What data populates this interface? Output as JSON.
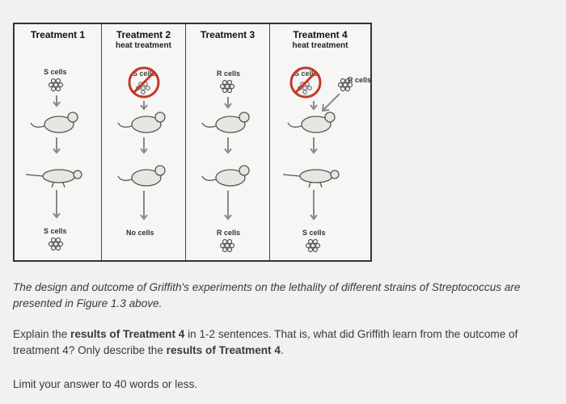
{
  "figure": {
    "treatments": [
      {
        "title": "Treatment 1",
        "subtitle": "",
        "top_label": "S cells",
        "bottom_label": "S cells"
      },
      {
        "title": "Treatment 2",
        "subtitle": "heat treatment",
        "top_label": "S cells",
        "bottom_label": "No cells"
      },
      {
        "title": "Treatment 3",
        "subtitle": "",
        "top_label": "R cells",
        "bottom_label": "R cells"
      },
      {
        "title": "Treatment 4",
        "subtitle": "heat treatment",
        "top_label": "S cells",
        "extra_label": "R cells",
        "bottom_label": "S cells"
      }
    ],
    "colors": {
      "prohibit": "#c0392b",
      "arrow": "#888888",
      "mouse": "#555555"
    }
  },
  "caption": "The design and outcome of Griffith's experiments on the lethality of different strains of Streptococcus are presented in Figure 1.3 above.",
  "question": {
    "part1": "Explain the ",
    "bold1": "results of Treatment 4",
    "part2": " in 1-2 sentences. That is, what did Griffith learn from the outcome of treatment 4? Only describe the ",
    "bold2": "results of Treatment 4",
    "part3": "."
  },
  "limit": "Limit your answer to 40 words or less."
}
